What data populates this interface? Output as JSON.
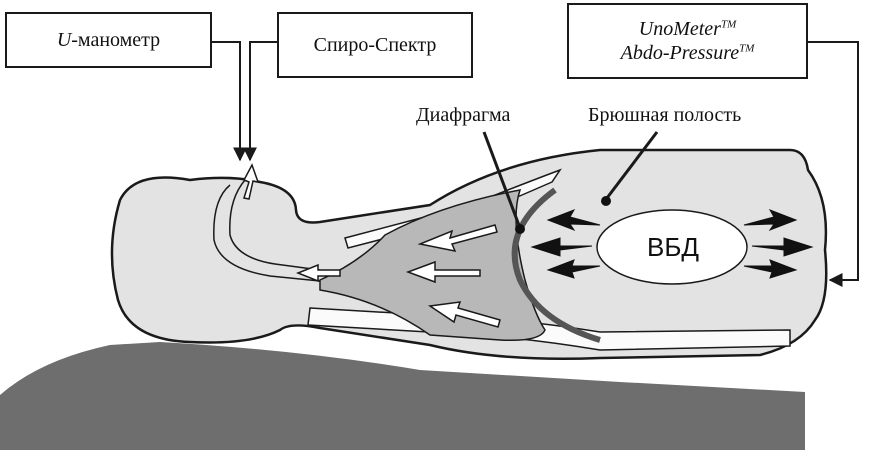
{
  "boxes": {
    "u_manometer": {
      "italic_prefix": "U",
      "text": "-манометр"
    },
    "spiro_spectr": "Спиро-Спектр",
    "unometer": {
      "line1": "UnoMeter",
      "line1_sup": "TM",
      "line2": "Abdo-Pressure",
      "line2_sup": "TM"
    }
  },
  "labels": {
    "diaphragm": "Диафрагма",
    "abdominal_cavity": "Брюшная полость",
    "iap": "ВБД"
  },
  "colors": {
    "body_fill": "#e3e3e3",
    "lung_fill": "#b8b8b8",
    "surface_fill": "#6e6e6e",
    "outline": "#1a1a1a",
    "arrow_black": "#111111"
  }
}
